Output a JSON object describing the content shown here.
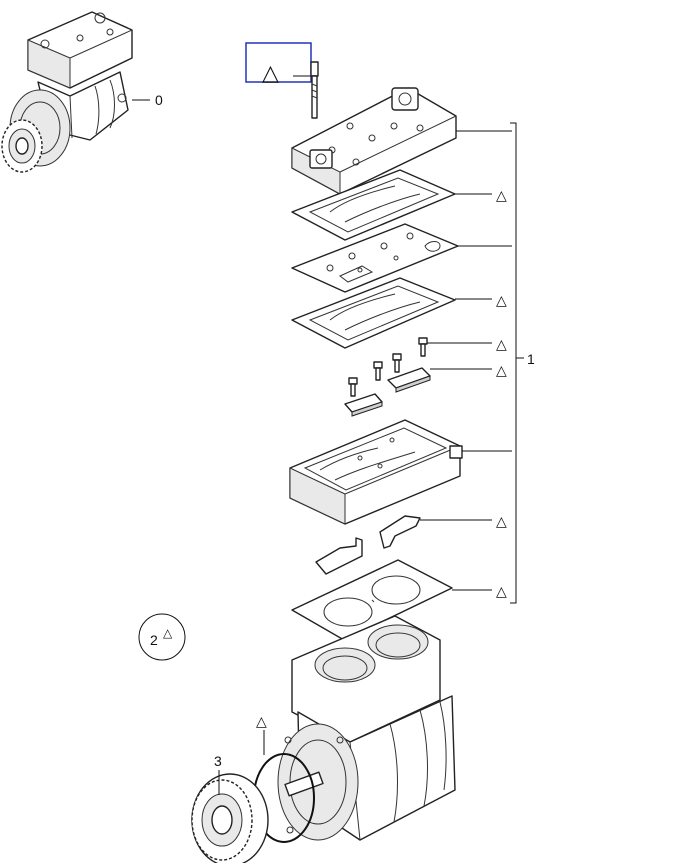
{
  "diagram": {
    "callouts": {
      "assembly": "0",
      "head_kit": "1",
      "cylinder_block": "2",
      "gear": "3"
    },
    "marker_symbol": "△",
    "highlight_color": "#2233bb"
  }
}
